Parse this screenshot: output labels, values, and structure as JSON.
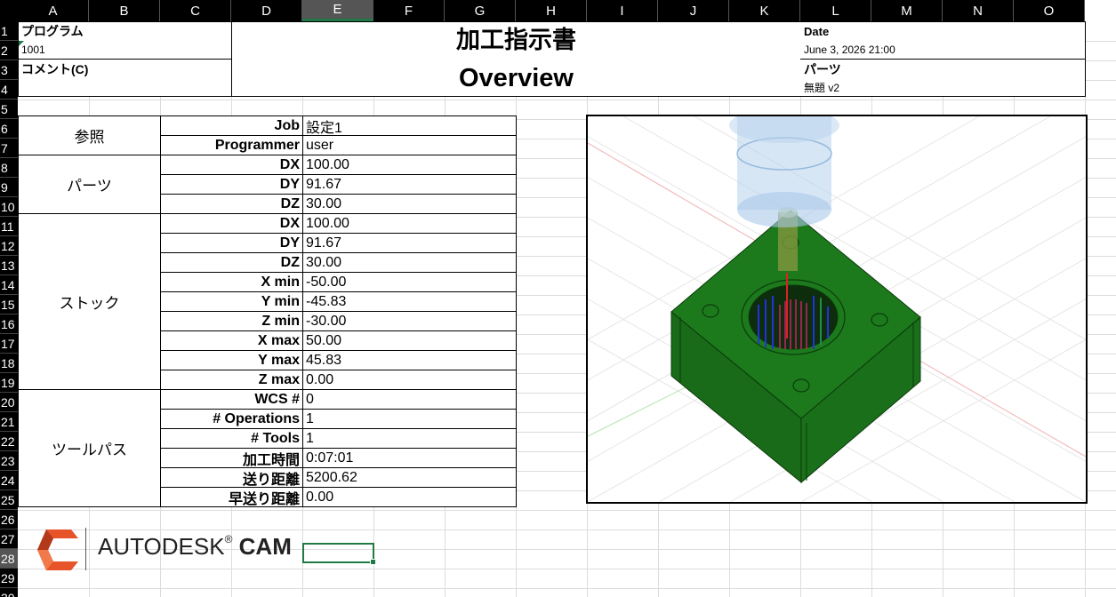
{
  "columns": [
    "A",
    "B",
    "C",
    "D",
    "E",
    "F",
    "G",
    "H",
    "I",
    "J",
    "K",
    "L",
    "M",
    "N",
    "O"
  ],
  "rows": [
    "1",
    "2",
    "3",
    "4",
    "5",
    "6",
    "7",
    "8",
    "9",
    "10",
    "11",
    "12",
    "13",
    "14",
    "15",
    "16",
    "17",
    "18",
    "19",
    "20",
    "21",
    "22",
    "23",
    "24",
    "25",
    "26",
    "27",
    "28",
    "29",
    "30"
  ],
  "selected_column": "E",
  "selected_row": "28",
  "header": {
    "program_label": "プログラム",
    "program_value": "1001",
    "comment_label": "コメント(C)",
    "title_jp": "加工指示書",
    "title_en": "Overview",
    "date_label": "Date",
    "date_value": "June 3, 2026 21:00",
    "part_label": "パーツ",
    "part_value": "無題 v2"
  },
  "groups": {
    "reference": "参照",
    "part": "パーツ",
    "stock": "ストック",
    "toolpath": "ツールパス"
  },
  "properties": [
    {
      "label": "Job",
      "value": "設定1"
    },
    {
      "label": "Programmer",
      "value": "user"
    },
    {
      "label": "DX",
      "value": "100.00"
    },
    {
      "label": "DY",
      "value": "91.67"
    },
    {
      "label": "DZ",
      "value": "30.00"
    },
    {
      "label": "DX",
      "value": "100.00"
    },
    {
      "label": "DY",
      "value": "91.67"
    },
    {
      "label": "DZ",
      "value": "30.00"
    },
    {
      "label": "X min",
      "value": "-50.00"
    },
    {
      "label": "Y min",
      "value": "-45.83"
    },
    {
      "label": "Z min",
      "value": "-30.00"
    },
    {
      "label": "X max",
      "value": "50.00"
    },
    {
      "label": "Y max",
      "value": "45.83"
    },
    {
      "label": "Z max",
      "value": "0.00"
    },
    {
      "label": "WCS #",
      "value": "0"
    },
    {
      "label": "# Operations",
      "value": "1"
    },
    {
      "label": "# Tools",
      "value": "1"
    },
    {
      "label": "加工時間",
      "value": "0:07:01"
    },
    {
      "label": "送り距離",
      "value": "5200.62"
    },
    {
      "label": "早送り距離",
      "value": "0.00"
    }
  ],
  "logo": {
    "text_main": "AUTODESK",
    "text_reg": "®",
    "text_product": "CAM",
    "colors": {
      "logo_orange": "#e8542a",
      "logo_dark": "#b23a1a"
    }
  },
  "icons": {
    "logo": "autodesk-c-logo-icon",
    "part_view": "part-3d-render"
  },
  "colors": {
    "part_green": "#1c7a1c",
    "selection": "#1f7a45",
    "header_bg": "#000000"
  }
}
